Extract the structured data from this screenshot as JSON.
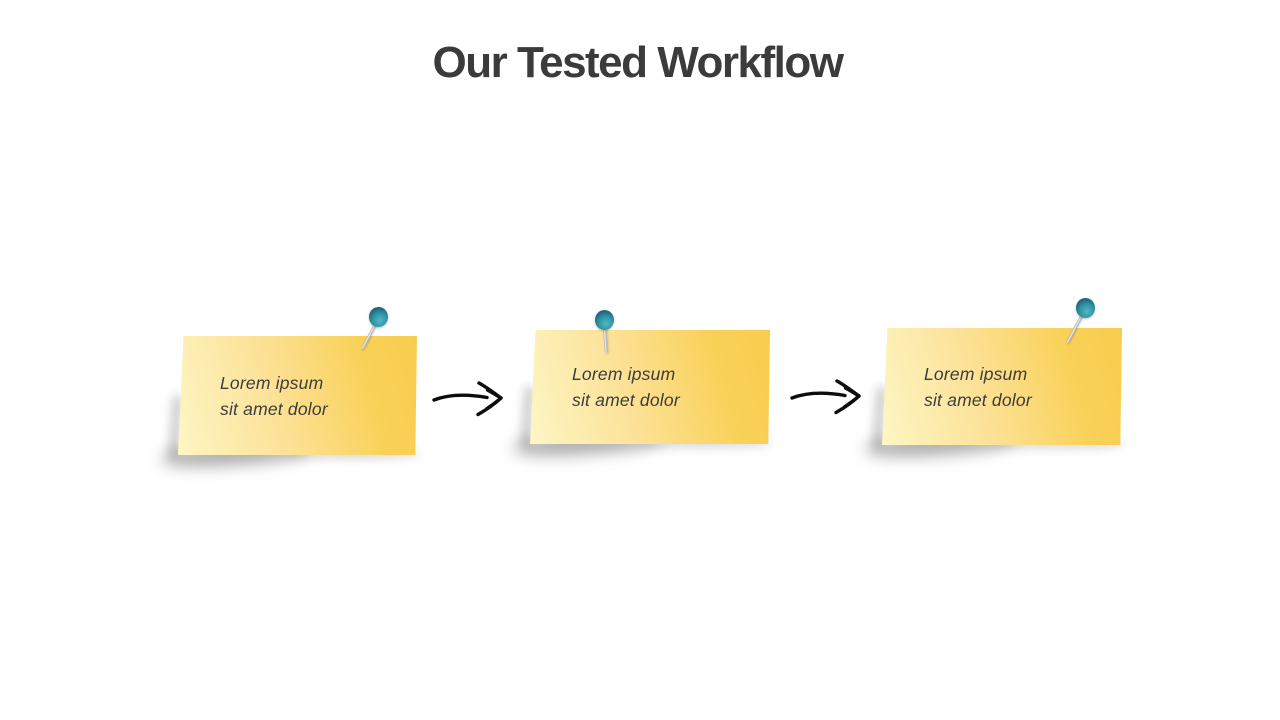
{
  "slide": {
    "title": "Our Tested Workflow"
  },
  "steps": [
    {
      "text_line1": "Lorem ipsum",
      "text_line2": "sit amet dolor",
      "pin": "push-pin-icon",
      "pin_position": "top-right"
    },
    {
      "text_line1": "Lorem ipsum",
      "text_line2": "sit amet dolor",
      "pin": "push-pin-icon",
      "pin_position": "top-center"
    },
    {
      "text_line1": "Lorem ipsum",
      "text_line2": "sit amet dolor",
      "pin": "push-pin-icon",
      "pin_position": "top-right"
    }
  ],
  "connectors": [
    {
      "icon": "hand-drawn-arrow-right-icon"
    },
    {
      "icon": "hand-drawn-arrow-right-icon"
    }
  ],
  "colors": {
    "title_text": "#3b3b3b",
    "note_gradient_light": "#fdf6c5",
    "note_gradient_gold": "#f9d158",
    "note_text": "#3d3d3d",
    "pin_teal": "#2e93a6",
    "pin_dark": "#15364b",
    "needle_gray": "#d9d9d9",
    "arrow_black": "#0d0d0d",
    "background": "#ffffff"
  }
}
